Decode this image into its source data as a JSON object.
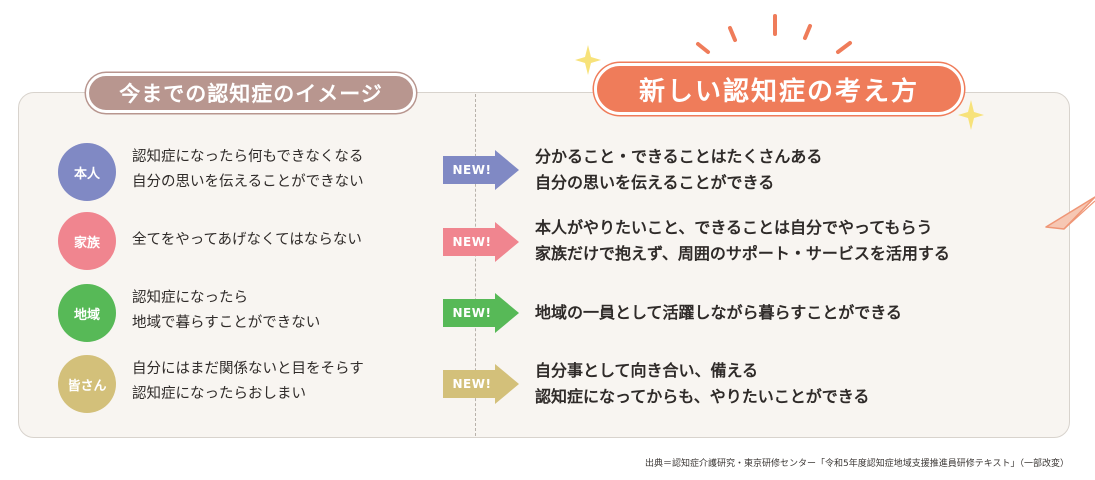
{
  "old_header": "今までの認知症のイメージ",
  "new_header": "新しい認知症の考え方",
  "arrow_label": "NEW!",
  "rows": [
    {
      "subject": "本人",
      "color": "#8089c4",
      "old_lines": [
        "認知症になったら何もできなくなる",
        "自分の思いを伝えることができない"
      ],
      "new_lines": [
        "分かること・できることはたくさんある",
        "自分の思いを伝えることができる"
      ]
    },
    {
      "subject": "家族",
      "color": "#f0858f",
      "old_lines": [
        "全てをやってあげなくてはならない"
      ],
      "new_lines": [
        "本人がやりたいこと、できることは自分でやってもらう",
        "家族だけで抱えず、周囲のサポート・サービスを活用する"
      ]
    },
    {
      "subject": "地域",
      "color": "#57b957",
      "old_lines": [
        "認知症になったら",
        "地域で暮らすことができない"
      ],
      "new_lines": [
        "地域の一員として活躍しながら暮らすことができる"
      ]
    },
    {
      "subject": "皆さん",
      "color": "#d3c07a",
      "old_lines": [
        "自分にはまだ関係ないと目をそらす",
        "認知症になったらおしまい"
      ],
      "new_lines": [
        "自分事として向き合い、備える",
        "認知症になってからも、やりたいことができる"
      ]
    }
  ],
  "source": "出典＝認知症介護研究・東京研修センター「令和5年度認知症地域支援推進員研修テキスト」（一部改変）",
  "colors": {
    "old_header_bg": "#b8968f",
    "new_header_bg": "#ef7c5a",
    "panel_bg": "#f8f5f1",
    "sparkle": "#f7e27a",
    "rays": "#ef7c5a"
  }
}
